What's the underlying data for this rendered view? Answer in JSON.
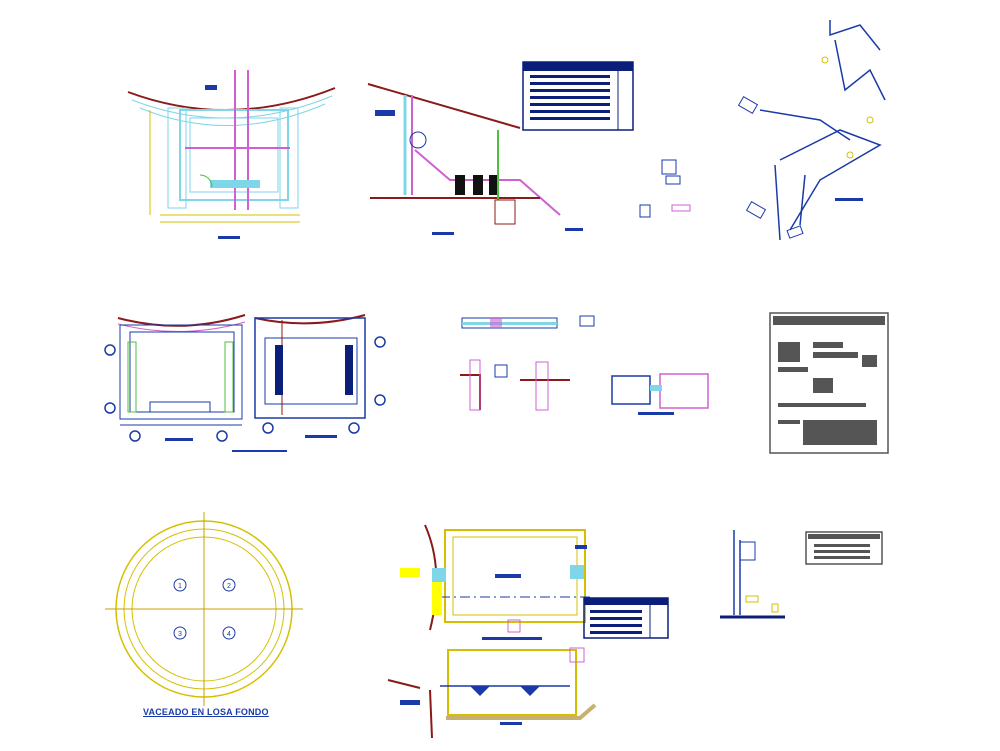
{
  "drawing": {
    "bottom_label": "VACEADO EN LOSA FONDO",
    "circle_numbers": [
      "1",
      "2",
      "3",
      "4"
    ]
  },
  "colors": {
    "blue": "#1a3aa8",
    "navy": "#0b1f7a",
    "yellow": "#d4c000",
    "magenta": "#d060d0",
    "cyan": "#7fd6e8",
    "tan": "#c8b070",
    "dark_red": "#8b1a1a",
    "green": "#4fbf3f",
    "gray": "#555555",
    "bright_yellow": "#ffff00"
  }
}
